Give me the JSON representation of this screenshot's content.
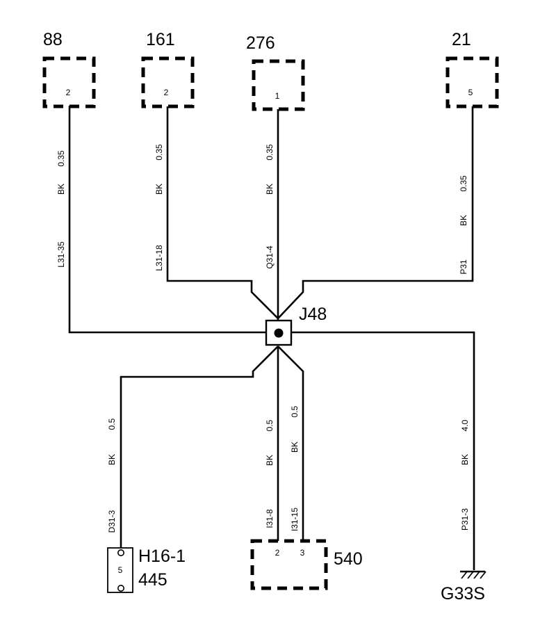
{
  "splice": {
    "id": "J48"
  },
  "connectors": {
    "c88": {
      "number": "88",
      "pin": "2"
    },
    "c161": {
      "number": "161",
      "pin": "2"
    },
    "c276": {
      "number": "276",
      "pin": "1"
    },
    "c21": {
      "number": "21",
      "pin": "5"
    },
    "c540": {
      "number": "540",
      "pins": [
        "2",
        "3"
      ]
    },
    "c445": {
      "label": "H16-1",
      "number": "445",
      "pin": "5"
    }
  },
  "ground": {
    "id": "G33S"
  },
  "wires": {
    "w88": {
      "size": "0.35",
      "color": "BK",
      "circuit": "L31-35"
    },
    "w161": {
      "size": "0.35",
      "color": "BK",
      "circuit": "L31-18"
    },
    "w276": {
      "size": "0.35",
      "color": "BK",
      "circuit": "Q31-4"
    },
    "w21": {
      "size": "0.35",
      "color": "BK",
      "circuit": "P31"
    },
    "w445": {
      "size": "0.5",
      "color": "BK",
      "circuit": "D31-3"
    },
    "w540a": {
      "size": "0.5",
      "color": "BK",
      "circuit": "I31-8"
    },
    "w540b": {
      "size": "0.5",
      "color": "BK",
      "circuit": "I31-15"
    },
    "wgnd": {
      "size": "4.0",
      "color": "BK",
      "circuit": "P31-3"
    }
  }
}
